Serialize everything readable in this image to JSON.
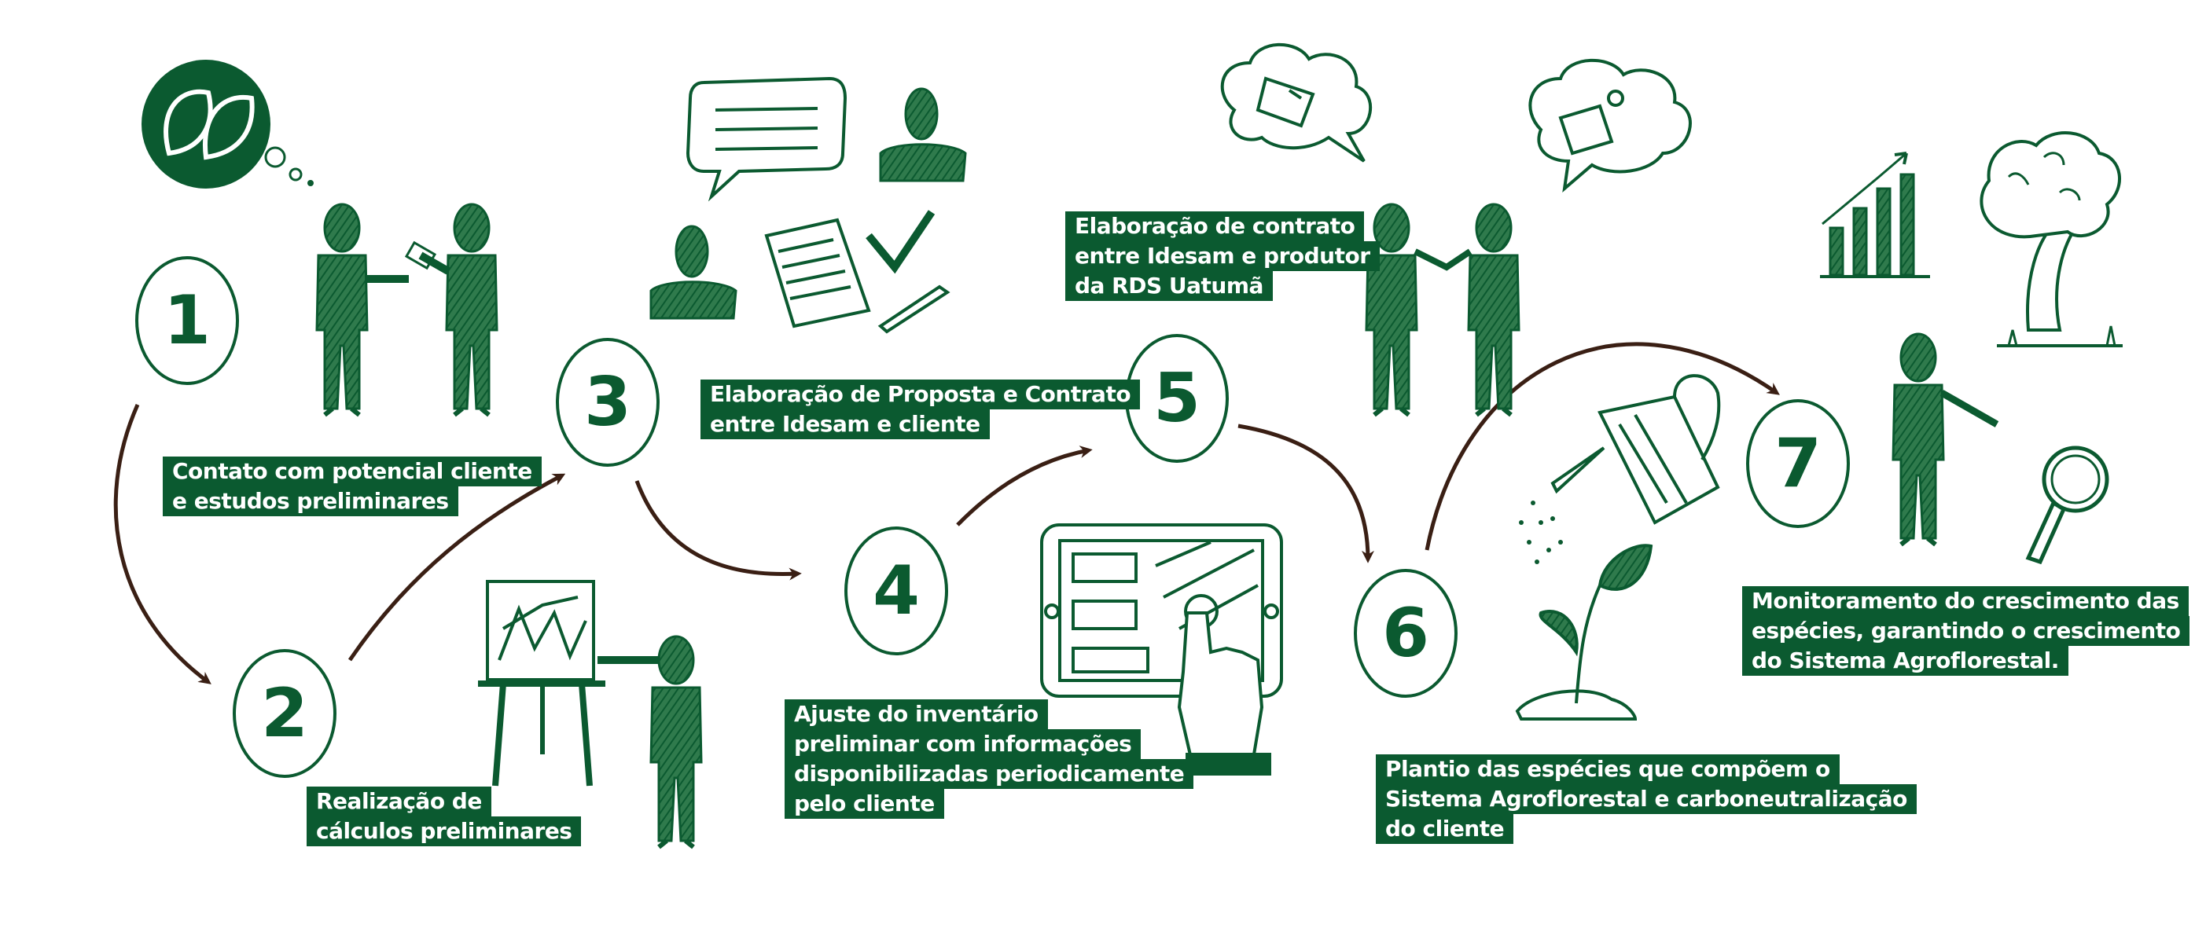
{
  "colors": {
    "primary": "#0b5a30",
    "arrow": "#3a1f14",
    "caption_text": "#ffffff",
    "background": "#ffffff"
  },
  "steps": [
    {
      "number": "1",
      "caption_lines": [
        "Contato com potencial cliente",
        "e estudos preliminares"
      ]
    },
    {
      "number": "2",
      "caption_lines": [
        "Realização de",
        "cálculos preliminares"
      ]
    },
    {
      "number": "3",
      "caption_lines": [
        "Elaboração de Proposta e Contrato",
        "entre Idesam e cliente"
      ]
    },
    {
      "number": "4",
      "caption_lines": [
        "Ajuste do inventário",
        "preliminar com informações",
        "disponibilizadas periodicamente",
        "pelo cliente"
      ]
    },
    {
      "number": "5",
      "caption_lines": [
        "Elaboração de contrato",
        "entre Idesam e produtor",
        "da RDS Uatumã"
      ]
    },
    {
      "number": "6",
      "caption_lines": [
        "Plantio das espécies que compõem o",
        "Sistema Agroflorestal e carboneutralização",
        "do cliente"
      ]
    },
    {
      "number": "7",
      "caption_lines": [
        "Monitoramento do crescimento das",
        "espécies, garantindo o crescimento",
        "do Sistema Agroflorestal."
      ]
    }
  ],
  "icons": [
    "leaf-badge-icon",
    "people-handshake-icon",
    "presentation-board-icon",
    "speech-bubble-icon",
    "person-icon",
    "document-icon",
    "checkmark-icon",
    "pen-icon",
    "tablet-touch-icon",
    "thought-cloud-icon",
    "watering-can-icon",
    "sprout-icon",
    "bar-chart-icon",
    "tree-icon",
    "magnifier-icon"
  ]
}
